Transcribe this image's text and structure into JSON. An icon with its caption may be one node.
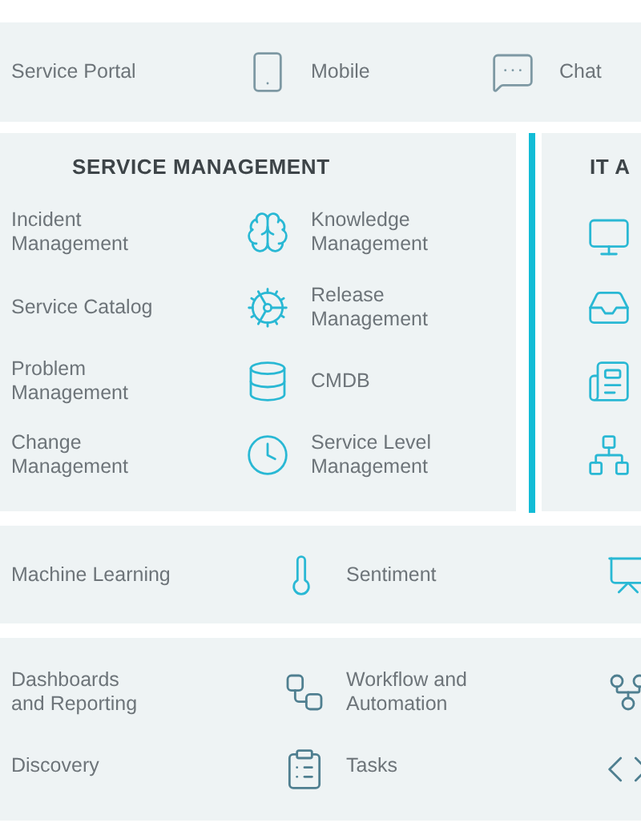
{
  "diagram": {
    "nodes": [
      {
        "text": [
          "Service Portal",
          "Mobile",
          "Chat"
        ]
      },
      {
        "text": [
          "SERVICE MANAGEMENT",
          "Incident Management",
          "Service Catalog",
          "Problem Management",
          "Change Management",
          "Knowledge Management",
          "Release Management",
          "CMDB",
          "Service Level Management"
        ]
      },
      {
        "text": [
          "IT A"
        ]
      },
      {
        "text": [
          "Machine Learning",
          "Sentiment"
        ]
      },
      {
        "text": [
          "Dashboards and Reporting",
          "Discovery",
          "Workflow and Automation",
          "Tasks"
        ]
      }
    ]
  }
}
